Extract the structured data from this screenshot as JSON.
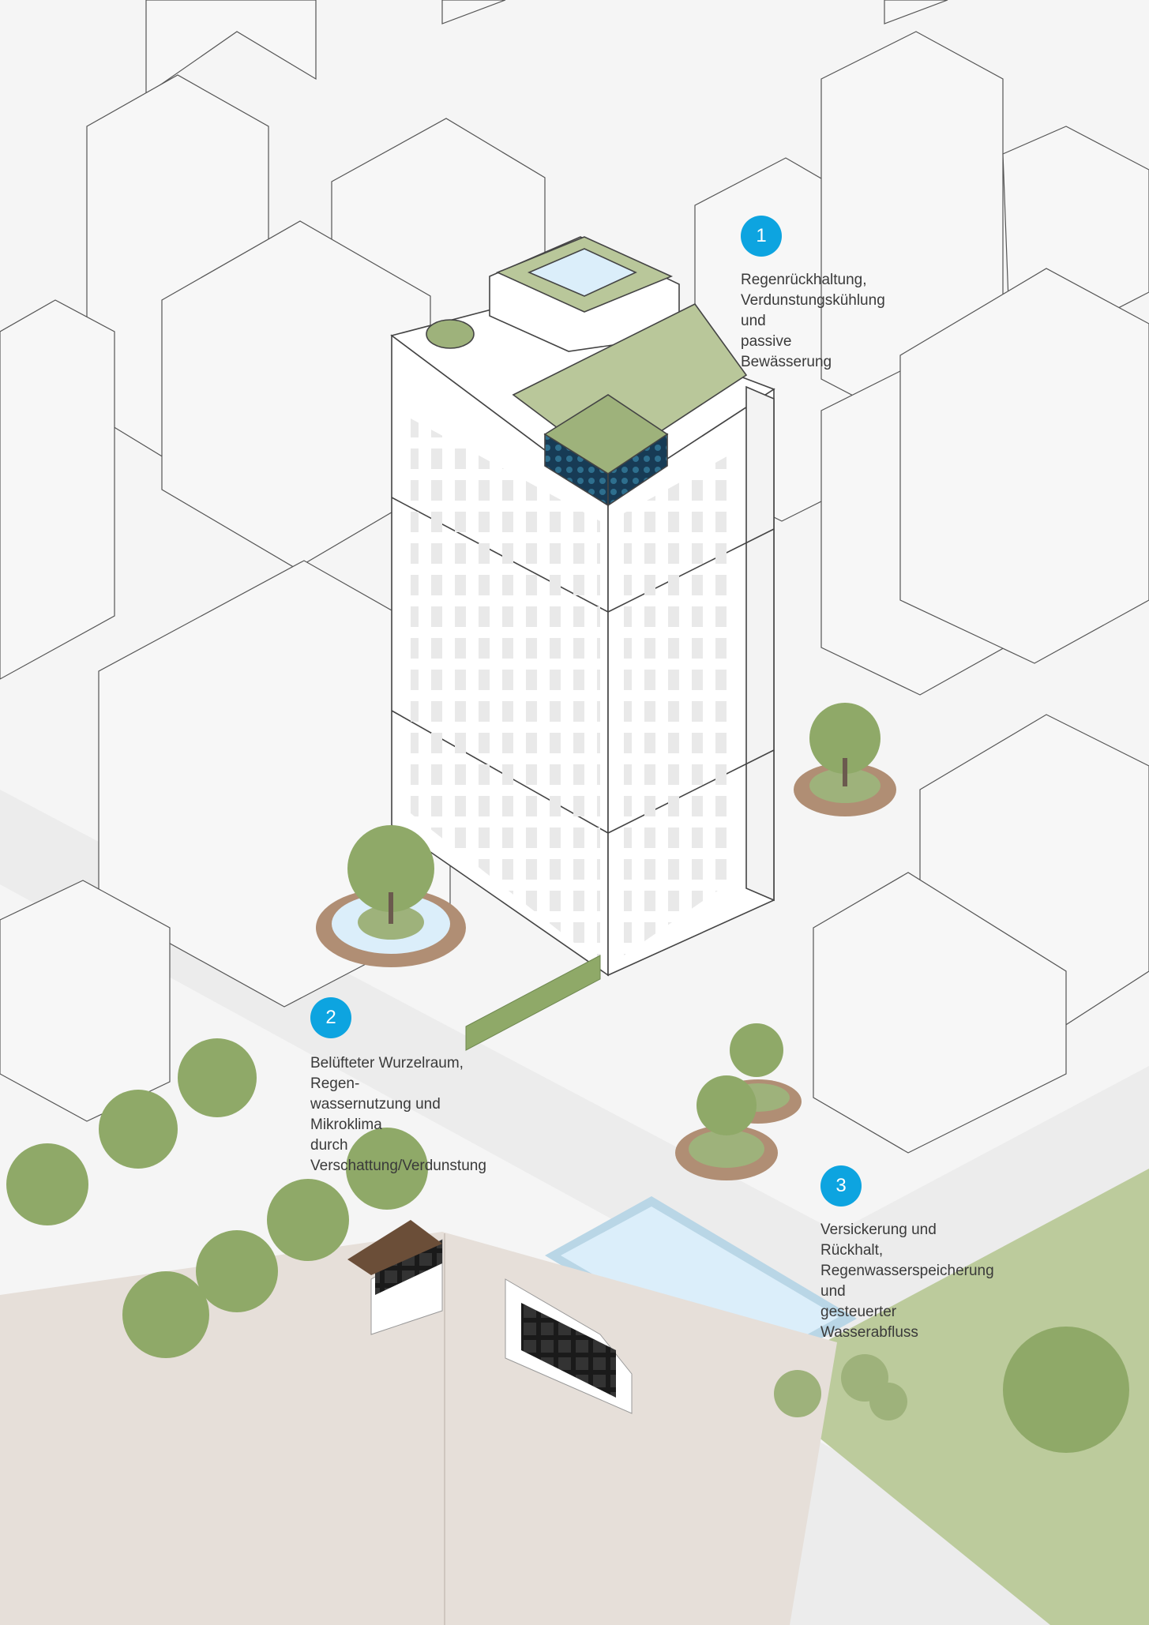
{
  "colors": {
    "background": "#f5f5f5",
    "building_fill": "#ffffff",
    "building_stroke": "#555555",
    "pavement": "#ececec",
    "ground_section": "#e6dfd9",
    "lawn": "#bccb9c",
    "green_roof": "#b9c79a",
    "water": "#dbeefa",
    "foliage": "#8fa968",
    "timber": "#b08e74",
    "badge": "#0da4e0"
  },
  "callouts": [
    {
      "number": "1",
      "text": "Regenrückhaltung,\nVerdunstungskühlung und\npassive Bewässerung"
    },
    {
      "number": "2",
      "text": "Belüfteter Wurzelraum, Regen-\nwassernutzung und Mikroklima\ndurch Verschattung/Verdunstung"
    },
    {
      "number": "3",
      "text": "Versickerung und Rückhalt,\nRegenwasserspeicherung und\ngesteuerter Wasserabfluss"
    }
  ],
  "icons": {
    "trees": "tree-icon",
    "planters": "planter-icon",
    "storage": "crate-icon"
  }
}
